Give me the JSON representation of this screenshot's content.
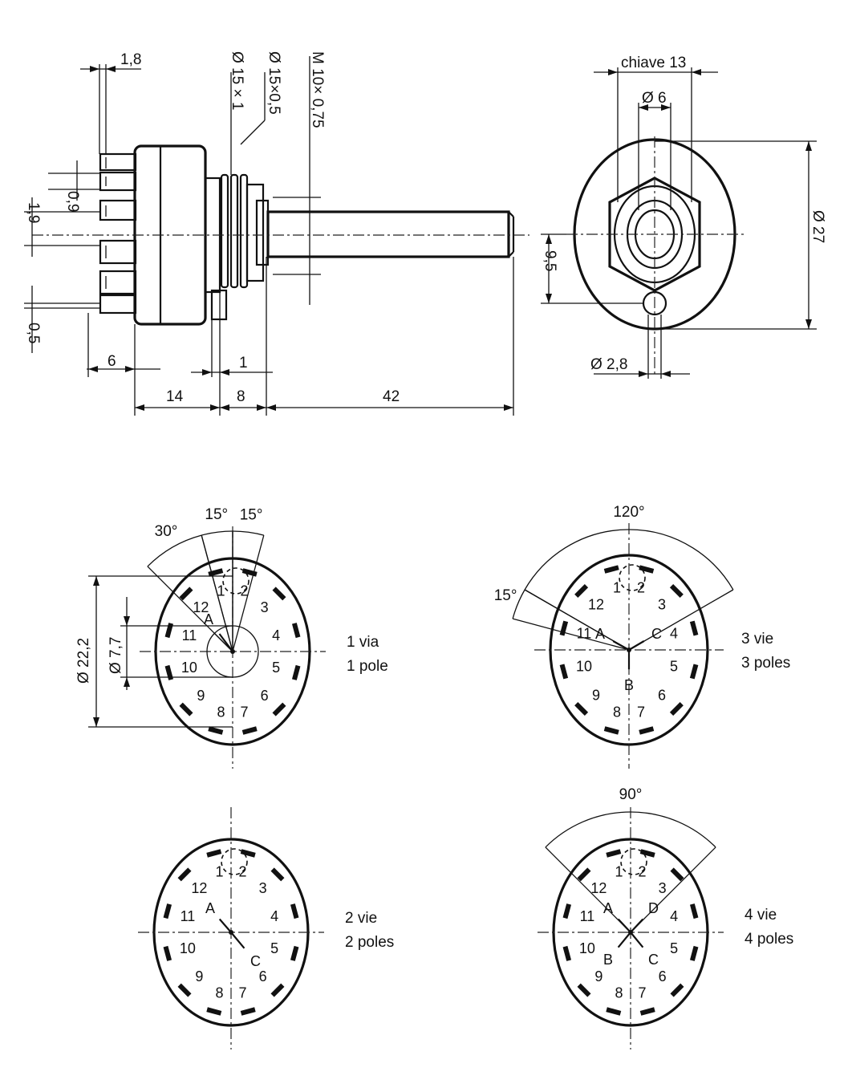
{
  "side_view": {
    "dims": {
      "d_1_8": "1,8",
      "d_0_9": "0,9",
      "d_1_9": "1,9",
      "d_0_5": "0,5",
      "d_6": "6",
      "d_1": "1",
      "d_14": "14",
      "d_8": "8",
      "d_42": "42",
      "d_dia15x1": "Ø 15 × 1",
      "d_dia15x05": "Ø 15×0,5",
      "d_thread": "M 10× 0,75"
    }
  },
  "front_view": {
    "dims": {
      "chiave": "chiave 13",
      "dia6": "Ø 6",
      "dia27": "Ø 27",
      "d_9_5": "9,5",
      "dia2_8": "Ø 2,8"
    }
  },
  "pole_diagrams": [
    {
      "id": "1-pole",
      "label_it": "1 via",
      "label_en": "1 pole",
      "pins": [
        "1",
        "2",
        "3",
        "4",
        "5",
        "6",
        "7",
        "8",
        "9",
        "10",
        "11",
        "12"
      ],
      "commons": [
        "A"
      ],
      "angles": [
        "30°",
        "15°",
        "15°"
      ],
      "dims": {
        "dia22_2": "Ø 22,2",
        "dia7_7": "Ø 7,7"
      }
    },
    {
      "id": "3-pole",
      "label_it": "3 vie",
      "label_en": "3 poles",
      "pins": [
        "1",
        "2",
        "3",
        "4",
        "5",
        "6",
        "7",
        "8",
        "9",
        "10",
        "11",
        "12"
      ],
      "commons": [
        "A",
        "B",
        "C"
      ],
      "angles": [
        "120°",
        "15°"
      ]
    },
    {
      "id": "2-pole",
      "label_it": "2 vie",
      "label_en": "2 poles",
      "pins": [
        "1",
        "2",
        "3",
        "4",
        "5",
        "6",
        "7",
        "8",
        "9",
        "10",
        "11",
        "12"
      ],
      "commons": [
        "A",
        "C"
      ],
      "angles": []
    },
    {
      "id": "4-pole",
      "label_it": "4 vie",
      "label_en": "4 poles",
      "pins": [
        "1",
        "2",
        "3",
        "4",
        "5",
        "6",
        "7",
        "8",
        "9",
        "10",
        "11",
        "12"
      ],
      "commons": [
        "A",
        "B",
        "C",
        "D"
      ],
      "angles": [
        "90°"
      ]
    }
  ]
}
